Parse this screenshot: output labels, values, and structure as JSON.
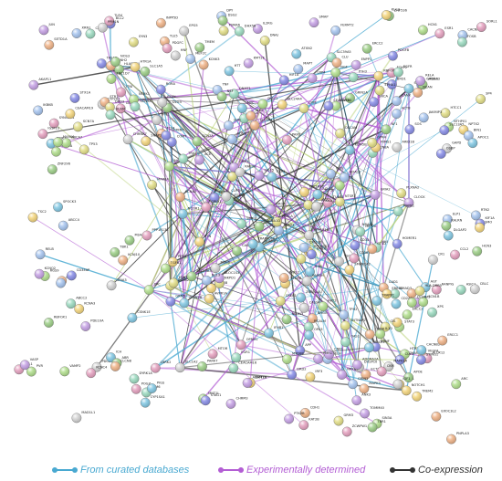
{
  "nodes": [
    "KIF1A",
    "MNT1L",
    "PSMA6",
    "CYP1SA1",
    "IL2RG",
    "TLE5",
    "SLC39A5",
    "PDCL",
    "MEF2C",
    "PDGFC",
    "NTHP01",
    "SCN5A",
    "SLC13A5",
    "HLADRB1",
    "HTCC1",
    "ICH",
    "ENPP1",
    "ECT2",
    "ABCC2",
    "GAPD",
    "DPY",
    "RANPIG",
    "SCN1A",
    "KCNA3",
    "SOS",
    "ABR",
    "SYN3",
    "SPOCK3",
    "PDE10A",
    "CLCN8",
    "LSM6",
    "CYP2A2",
    "JAKMIP3",
    "FOXP2",
    "TBC1D7",
    "TSC2",
    "OSBP",
    "TMEM",
    "SCN7A",
    "PIGS",
    "SMAP",
    "VEGFA",
    "XPS",
    "DUSP10",
    "ELP1",
    "ITNI",
    "RGS9",
    "KCNJ1",
    "GABRA3",
    "VPS13",
    "DNAJ",
    "DLGAP2",
    "LSM5",
    "STR1",
    "DHX58",
    "HNF",
    "CANX",
    "KCNC4",
    "HTR2",
    "SMO",
    "TAS1R",
    "HCN3",
    "GRM3",
    "GRIK1",
    "CHRM3",
    "CDH1",
    "ASIC1",
    "EPG5",
    "ABCC4",
    "ALOX12",
    "SRC",
    "RBFOX3",
    "BDNF",
    "APOE",
    "NTSR1",
    "GRIN2B",
    "GRIA2",
    "KCNA2",
    "HHI",
    "MSH6",
    "IL2B",
    "TUBB1",
    "NOTCH3",
    "NOTCH1",
    "APP",
    "NF1",
    "LPP1",
    "SHANK3",
    "NRXN1",
    "SLC6A3",
    "DLG4",
    "PPP1R1B",
    "NPAS3",
    "PLCB3",
    "NGF",
    "PTN",
    "GRM5",
    "SCN2A",
    "CACNA1C",
    "CSNK1E",
    "ADORA2A",
    "GAD1",
    "EGFR",
    "TSC1",
    "RELN",
    "GFAP",
    "NTRK1",
    "HTR1A",
    "DRD2",
    "DLG3",
    "ADARB2",
    "NCOR1",
    "CLOCK",
    "NRG1",
    "FOXO3",
    "CHRNA7",
    "GRIN1",
    "LRRK2",
    "DISC1",
    "PER3",
    "RORA",
    "SLC25A3",
    "PRKCA",
    "SYN1",
    "GRM1",
    "KCNH2",
    "DNMT1",
    "SLC1A2",
    "TPH2",
    "OPRM1",
    "STAT3",
    "RPS6KB1",
    "DGKI",
    "CACNA1D",
    "CREB1",
    "IL1B",
    "CNR1",
    "MAPK3",
    "SIRT1",
    "IGF1",
    "TNF",
    "MTOR",
    "AKT1",
    "IL6",
    "COMT",
    "GRIN2A",
    "CIS",
    "ZNF804A",
    "NRGN",
    "CTSD",
    "SCN8A",
    "PRKAA",
    "SHH",
    "PAX6",
    "IL10",
    "GSK3B",
    "SNCA",
    "PARK7",
    "DRD3",
    "HTT",
    "FMR1",
    "TCF4",
    "SMAD3",
    "PTEN",
    "MAPT",
    "CD38",
    "OXTR",
    "AVPR1A",
    "HOMER1",
    "NLGN3",
    "CNTNAP2",
    "ATXN2",
    "KCNQ2",
    "KCNJ10",
    "SCN9A",
    "GAPDH",
    "ACTB",
    "ESR1",
    "AR",
    "ERBB4",
    "PDGFB",
    "KALRN",
    "PLXNA2",
    "CACNB2",
    "ANK3",
    "NCAN",
    "ITIH3",
    "MAD1L1",
    "CACNA1I",
    "SYNGAP1",
    "ARC",
    "NPTX2",
    "BCL2",
    "CASP3",
    "TP53",
    "MYC",
    "JUN",
    "FOS",
    "EGR1",
    "NR4A1",
    "HDAC2",
    "KAT2B",
    "SIN3A",
    "SMARCA2",
    "BRD1",
    "RBFOX1",
    "TCF20",
    "FXR1",
    "KMT2E",
    "SETD1A",
    "TRIO",
    "GRIA3",
    "XRN1",
    "CUL1",
    "HCN1",
    "RIMS1",
    "STAG1",
    "ZNF536",
    "SP4",
    "ASH1L",
    "AKAP11",
    "CHD8",
    "DYRK1A",
    "ARID1B",
    "ADNP",
    "POGZ",
    "SCN1B",
    "KMT2A",
    "CUL3",
    "TBR1",
    "DSCAM",
    "KDM5B",
    "RELA",
    "NFKB1",
    "MAPK1",
    "MAPK14",
    "IKBKB",
    "TLR4",
    "MYD88",
    "IRF3",
    "STING1",
    "TBK1",
    "CGAS",
    "IFNB1",
    "ISG15",
    "MX1",
    "OAS1",
    "IFIT1",
    "CXCL10",
    "CCL2",
    "TGFB1",
    "VEGFB",
    "HIF1A",
    "NOS3",
    "EDN1",
    "AGT",
    "ACE",
    "KCNK3",
    "CAPN1",
    "RAB3A",
    "SYT1",
    "CPLX1",
    "VAMP2",
    "SNAP25",
    "STX1A",
    "NSF",
    "PSEN1",
    "BACE1",
    "ADAM10",
    "CLU",
    "PICALM",
    "CR1",
    "BIN1",
    "SORL1",
    "ABCA7",
    "TREM2",
    "CD33",
    "MS4A6A",
    "EPHA1",
    "CD2AP",
    "PTK2B",
    "INPP5D",
    "MEF2A",
    "CASS4",
    "FERMT2",
    "ZCWPW1",
    "CELF1",
    "SLC24A4",
    "NME8",
    "DSG2",
    "HLA-DRB5",
    "APOC1",
    "TOMM40",
    "PVRL2",
    "BCAM",
    "CLPTM1",
    "RELB",
    "CKM",
    "MARK4",
    "PPP1R37",
    "GEMIN7",
    "ZNF296",
    "NKPD1",
    "TRAPPC6A",
    "BLOC1S3",
    "EXOC3L2",
    "CEACAM16",
    "CBLC",
    "BCL3",
    "IGSF23",
    "PVR",
    "CEACAM19",
    "CEACAM20",
    "SLC1A5",
    "GPR4",
    "OPA3",
    "VASP",
    "ERCC1",
    "FOSB",
    "PPM1N",
    "RTN2",
    "PPP1R13L",
    "ERCC2",
    "KLC3",
    "CD3EAP",
    "ERCC2",
    "MARK4",
    "TRAPPC",
    "LRP4",
    "PNPLA3"
  ],
  "legend": {
    "curated": "From curated databases",
    "experimental": "Experimentally determined",
    "coexpression": "Co-expression"
  },
  "colors": {
    "curated": "#49a9d1",
    "experimental": "#b35ed4",
    "coexpression": "#333333",
    "textmining": "#b5cf6e"
  }
}
